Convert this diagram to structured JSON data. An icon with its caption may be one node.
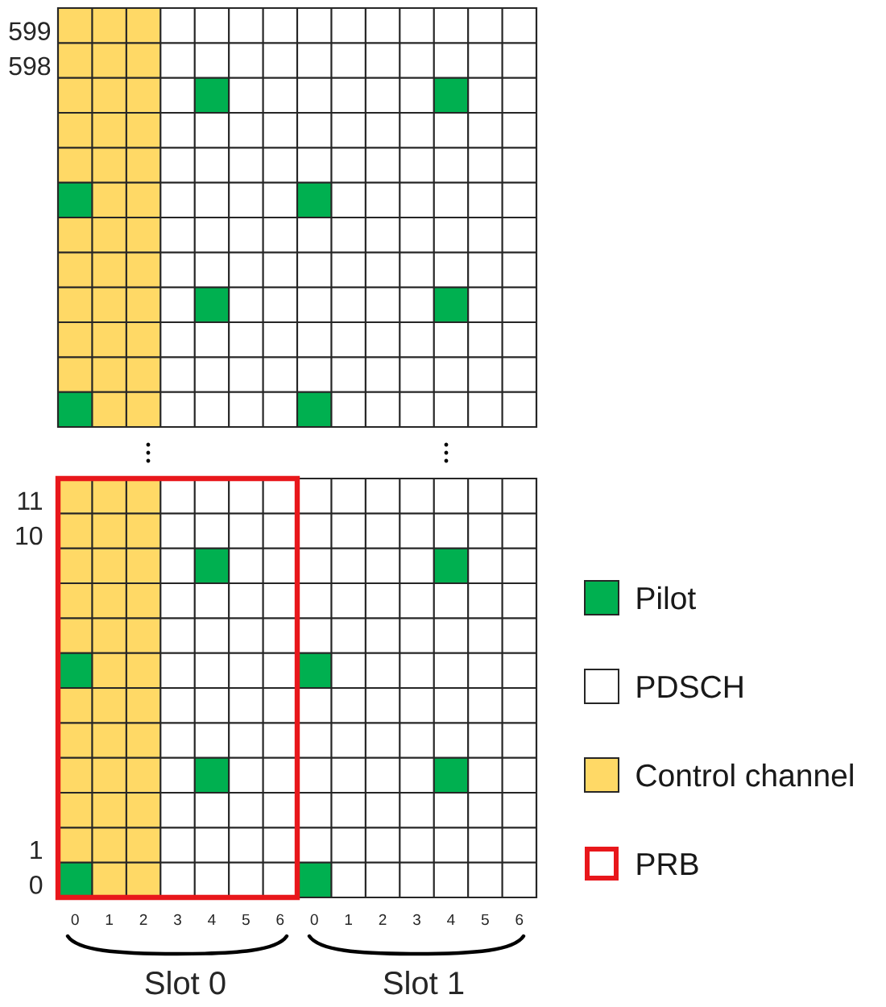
{
  "diagram": {
    "labels": [
      "599",
      "598",
      "11",
      "10",
      "1",
      "0",
      "0",
      "1",
      "2",
      "3",
      "4",
      "5",
      "6",
      "0",
      "1",
      "2",
      "3",
      "4",
      "5",
      "6",
      "Slot 0",
      "Slot 1"
    ],
    "legend": [
      {
        "text": "Pilot",
        "color": "#00b050"
      },
      {
        "text": "PDSCH"
      },
      {
        "text": "Control channel",
        "color": "#ffd966"
      },
      {
        "text": "PRB"
      }
    ]
  }
}
